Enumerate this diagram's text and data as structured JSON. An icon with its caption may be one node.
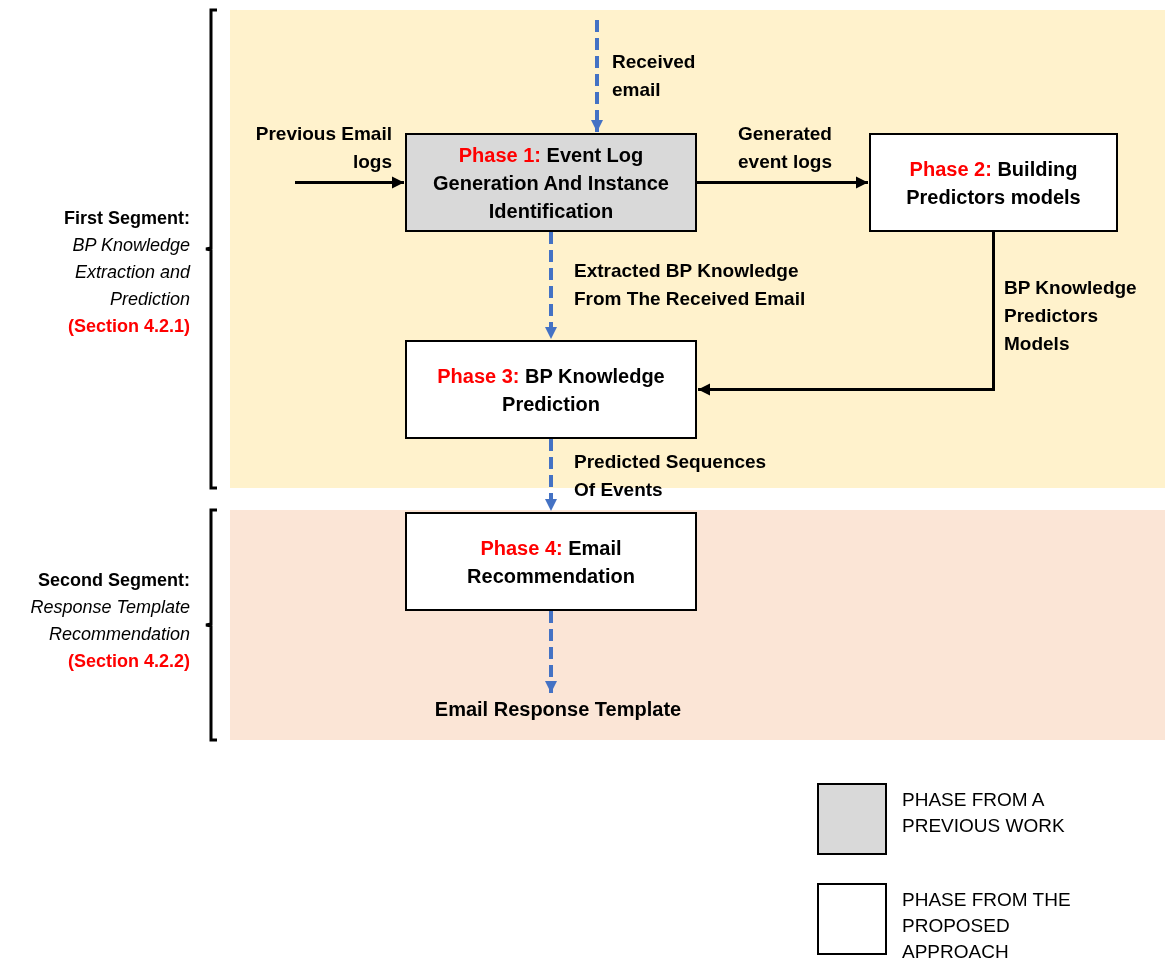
{
  "diagram": {
    "nodes": [
      {
        "text": [],
        "shape": "box",
        "beside": [
          "First Segment:",
          "BP Knowledge Extraction and Prediction",
          "(Section 4.2.1)"
        ]
      },
      {
        "text": [
          "Phase 1:",
          "Event Log Generation And Instance Identification"
        ],
        "in": 0
      },
      {
        "text": [
          "Phase 2:",
          "Building Predictors models"
        ],
        "in": 0
      },
      {
        "text": [
          "Phase 3:",
          "BP Knowledge Prediction"
        ],
        "in": 0
      },
      {
        "text": [],
        "shape": "box",
        "beside": [
          "Second Segment:",
          "Response Template Recommendation",
          "(Section 4.2.2)"
        ]
      },
      {
        "text": [
          "Phase 4:",
          "Email Recommendation"
        ],
        "in": 4
      },
      {
        "text": [
          "Email Response Template"
        ],
        "in": 4
      }
    ],
    "edges": [
      {
        "from": null,
        "to": 1,
        "arrow": "to",
        "label": "Received email",
        "style": "dashed"
      },
      {
        "from": null,
        "to": 1,
        "arrow": "to",
        "label": "Previous Email logs",
        "color": "#000000"
      },
      {
        "from": 1,
        "to": 2,
        "arrow": "to",
        "label": "Generated event logs",
        "color": "#000000"
      },
      {
        "from": 1,
        "to": 3,
        "arrow": "to",
        "label": "Extracted BP Knowledge From The Received Email",
        "style": "dashed"
      },
      {
        "from": 2,
        "to": 3,
        "arrow": "to",
        "label": "BP Knowledge Predictors Models",
        "color": "#000000"
      },
      {
        "from": 3,
        "to": 5,
        "arrow": "to",
        "label": "Predicted Sequences Of Events",
        "style": "dashed"
      },
      {
        "from": 5,
        "to": 6,
        "arrow": "to",
        "style": "dashed"
      }
    ],
    "legend": [
      {
        "text": "PHASE FROM A PREVIOUS WORK",
        "color": "#d9d9d9"
      },
      {
        "text": "PHASE FROM THE PROPOSED APPROACH",
        "color": "#ffffff"
      }
    ]
  }
}
